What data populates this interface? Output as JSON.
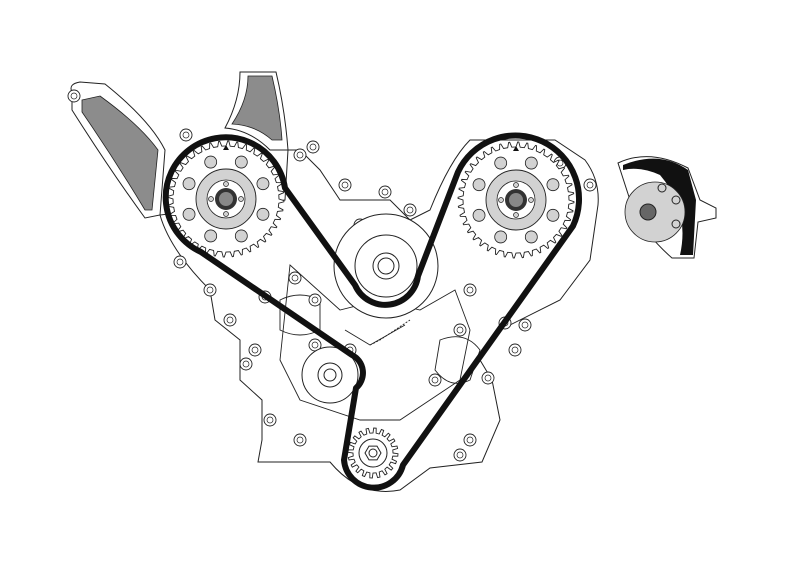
{
  "diagram": {
    "colors": {
      "belt": "#111111",
      "line": "#222222",
      "cover_shade": "#8c8c8c",
      "hub_shade": "#d2d2d2",
      "background": "#ffffff"
    },
    "sprockets": [
      {
        "name": "left-cam-sprocket",
        "teeth": 40
      },
      {
        "name": "right-cam-sprocket",
        "teeth": 40
      },
      {
        "name": "crank-sprocket",
        "teeth": 20
      }
    ]
  }
}
